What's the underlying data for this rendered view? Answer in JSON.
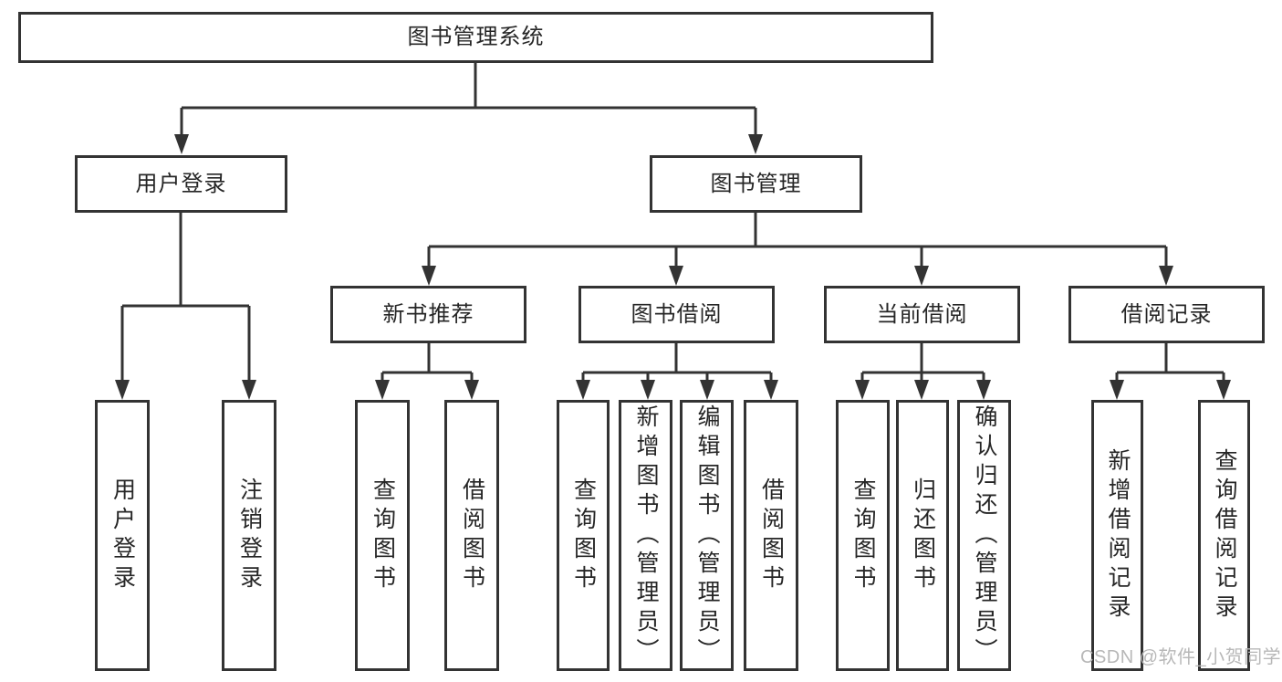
{
  "diagram": {
    "root": {
      "label": "图书管理系统"
    },
    "level2": [
      {
        "label": "用户登录"
      },
      {
        "label": "图书管理"
      }
    ],
    "level3": [
      {
        "label": "新书推荐",
        "parent": "图书管理"
      },
      {
        "label": "图书借阅",
        "parent": "图书管理"
      },
      {
        "label": "当前借阅",
        "parent": "图书管理"
      },
      {
        "label": "借阅记录",
        "parent": "图书管理"
      }
    ],
    "level4": [
      {
        "label": "用户登录",
        "parent": "用户登录"
      },
      {
        "label": "注销登录",
        "parent": "用户登录"
      },
      {
        "label": "查询图书",
        "parent": "新书推荐"
      },
      {
        "label": "借阅图书",
        "parent": "新书推荐"
      },
      {
        "label": "查询图书",
        "parent": "图书借阅"
      },
      {
        "label": "新增图书（管理员）",
        "parent": "图书借阅"
      },
      {
        "label": "编辑图书（管理员）",
        "parent": "图书借阅"
      },
      {
        "label": "借阅图书",
        "parent": "图书借阅"
      },
      {
        "label": "查询图书",
        "parent": "当前借阅"
      },
      {
        "label": "归还图书",
        "parent": "当前借阅"
      },
      {
        "label": "确认归还（管理员）",
        "parent": "当前借阅"
      },
      {
        "label": "新增借阅记录",
        "parent": "借阅记录"
      },
      {
        "label": "查询借阅记录",
        "parent": "借阅记录"
      }
    ]
  },
  "watermark": {
    "text": "CSDN @软件_小贺同学",
    "color": "#b8b8b8"
  },
  "colors": {
    "line": "#333333",
    "box_border": "#333333",
    "text": "#262626",
    "background": "#ffffff"
  }
}
